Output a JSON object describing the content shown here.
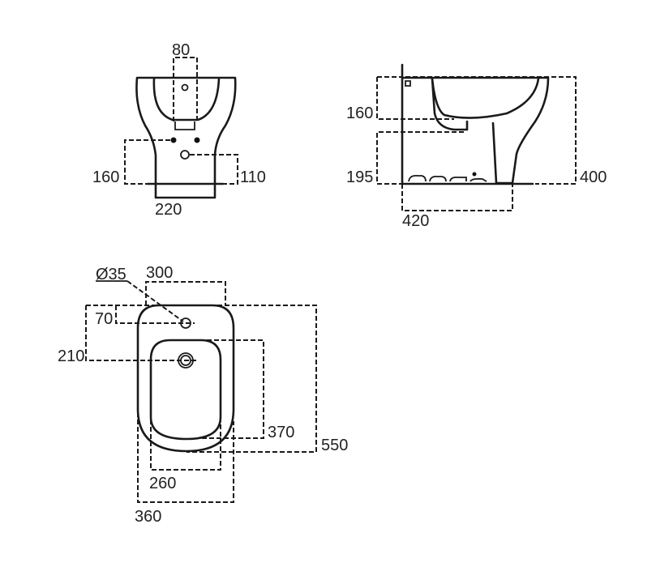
{
  "front_view": {
    "width_top_label": "80",
    "left_height_label": "160",
    "right_height_label": "110",
    "base_width_label": "220"
  },
  "side_view": {
    "upper_label": "160",
    "lower_label": "195",
    "height_label": "400",
    "depth_label": "420"
  },
  "plan_view": {
    "hole_diameter_label": "Ø35",
    "top_width_label": "300",
    "hole_offset_label": "70",
    "drain_offset_label": "210",
    "bowl_length_label": "370",
    "total_length_label": "550",
    "bowl_width_label": "260",
    "total_width_label": "360"
  }
}
